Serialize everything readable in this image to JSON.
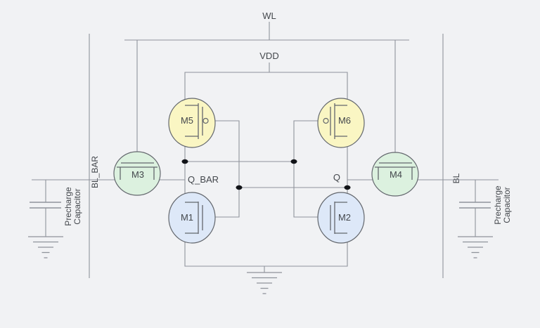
{
  "colors": {
    "background": "#f1f2f4",
    "wire": "#8f939b",
    "symbol_stroke": "#63676d",
    "text": "#43474c",
    "junction_dot": "#111317",
    "pmos_fill": "#faf6c3",
    "nmos_fill": "#dde8f8",
    "access_fill": "#dcf1df"
  },
  "labels": {
    "word_line": "WL",
    "supply": "VDD",
    "node_q_bar": "Q_BAR",
    "node_q": "Q",
    "bitline_bar": "BL_BAR",
    "bitline": "BL",
    "precharge_line1": "Precharge",
    "precharge_line2": "Capacitor"
  },
  "transistors": {
    "m1": "M1",
    "m2": "M2",
    "m3": "M3",
    "m4": "M4",
    "m5": "M5",
    "m6": "M6"
  }
}
